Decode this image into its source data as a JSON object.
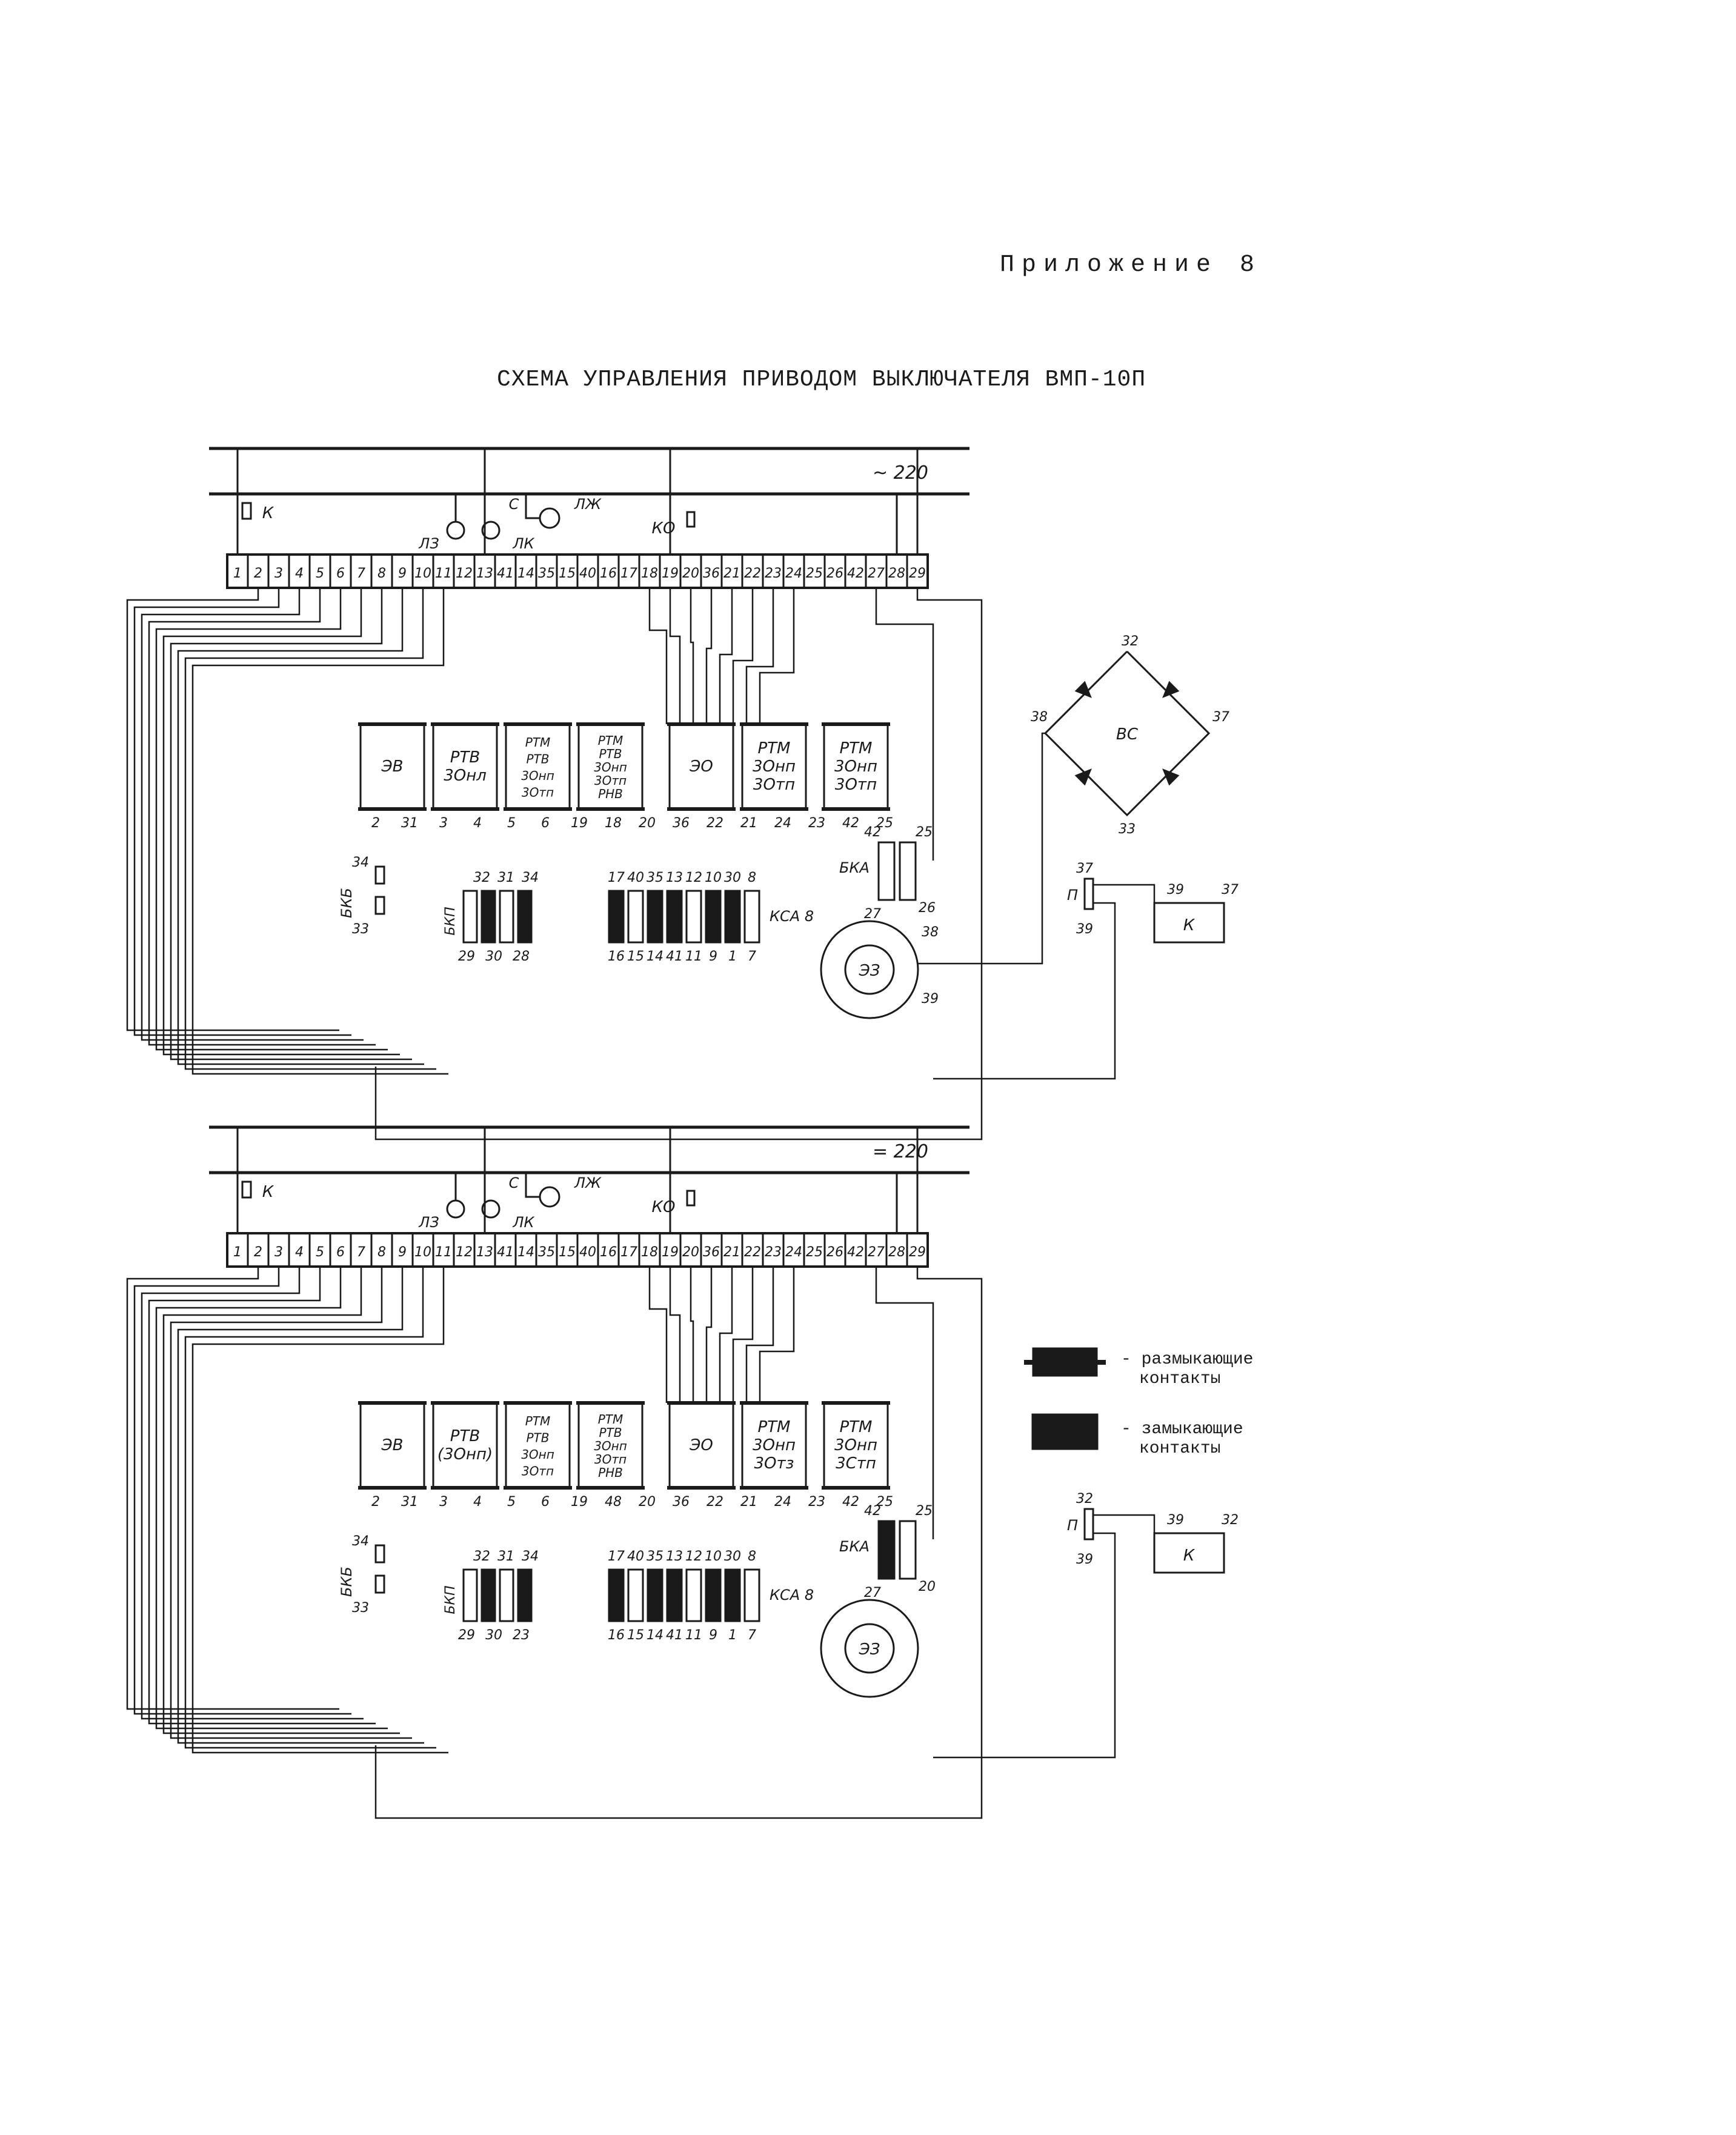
{
  "header": {
    "appendix": "Приложение 8",
    "title": "СХЕМА УПРАВЛЕНИЯ ПРИВОДОМ ВЫКЛЮЧАТЕЛЯ ВМП-10П"
  },
  "terminals": [
    "1",
    "2",
    "3",
    "4",
    "5",
    "6",
    "7",
    "8",
    "9",
    "10",
    "11",
    "12",
    "13",
    "41",
    "14",
    "35",
    "15",
    "40",
    "16",
    "17",
    "18",
    "19",
    "20",
    "36",
    "21",
    "22",
    "23",
    "24",
    "25",
    "26",
    "42",
    "27",
    "28",
    "29"
  ],
  "schemes": [
    {
      "supply": "~ 220",
      "switches": {
        "k": "К",
        "lz": "ЛЗ",
        "lk": "ЛК",
        "c": "С",
        "lzh": "ЛЖ",
        "ko": "КО"
      },
      "coils": [
        {
          "lines": [
            "ЭВ"
          ]
        },
        {
          "lines": [
            "РТВ",
            "3Онл"
          ]
        },
        {
          "lines": [
            "РТМ",
            "РТВ",
            "3Онп",
            "3Отп"
          ]
        },
        {
          "lines": [
            "РТМ",
            "РТВ",
            "3Онп",
            "3Отп",
            "РНВ"
          ]
        },
        {
          "lines": [
            "ЭО"
          ]
        },
        {
          "lines": [
            "РТМ",
            "3Онп",
            "3Отп"
          ]
        },
        {
          "lines": [
            "РТМ",
            "3Онп",
            "3Отп"
          ]
        }
      ],
      "coil_terminals": [
        "2",
        "31",
        "3",
        "4",
        "5",
        "6",
        "19",
        "18",
        "20",
        "36",
        "22",
        "21",
        "24",
        "23",
        "42",
        "25"
      ],
      "bkb": "БКБ",
      "bkb_nums": [
        "34",
        "33"
      ],
      "bkp": "БКП",
      "bkp_top": [
        "32",
        "31",
        "34"
      ],
      "bkp_bottom": [
        "29",
        "30",
        "28"
      ],
      "ksa": "КСА 8",
      "ksa_top": [
        "17",
        "40",
        "35",
        "13",
        "12",
        "10",
        "30",
        "8"
      ],
      "ksa_bottom": [
        "16",
        "15",
        "14",
        "41",
        "11",
        "9",
        "1",
        "7"
      ],
      "bka": "БКА",
      "bka_nums": [
        "42",
        "25",
        "27",
        "26"
      ],
      "motor": "ЭЗ",
      "motor_nums": [
        "38",
        "39"
      ],
      "bridge": {
        "label": "ВС",
        "nums": [
          "32",
          "38",
          "37",
          "33"
        ]
      },
      "p": {
        "label": "П",
        "nums": [
          "37",
          "39"
        ]
      },
      "k_block": {
        "label": "К",
        "nums": [
          "39",
          "37"
        ]
      }
    },
    {
      "supply": "= 220",
      "switches": {
        "k": "К",
        "lz": "ЛЗ",
        "lk": "ЛК",
        "c": "С",
        "lzh": "ЛЖ",
        "ko": "КО"
      },
      "coils": [
        {
          "lines": [
            "ЭВ"
          ]
        },
        {
          "lines": [
            "РТВ",
            "(3Онп)"
          ]
        },
        {
          "lines": [
            "РТМ",
            "РТВ",
            "3Онп",
            "3Отп"
          ]
        },
        {
          "lines": [
            "РТМ",
            "РТВ",
            "3Онп",
            "3Отп",
            "РНВ"
          ]
        },
        {
          "lines": [
            "ЭО"
          ]
        },
        {
          "lines": [
            "РТМ",
            "3Онп",
            "3Отз"
          ]
        },
        {
          "lines": [
            "РТМ",
            "3Онп",
            "3Стп"
          ]
        }
      ],
      "coil_terminals": [
        "2",
        "31",
        "3",
        "4",
        "5",
        "6",
        "19",
        "48",
        "20",
        "36",
        "22",
        "21",
        "24",
        "23",
        "42",
        "25"
      ],
      "bkb": "БКБ",
      "bkb_nums": [
        "34",
        "33"
      ],
      "bkp": "БКП",
      "bkp_top": [
        "32",
        "31",
        "34"
      ],
      "bkp_bottom": [
        "29",
        "30",
        "23"
      ],
      "ksa": "КСА 8",
      "ksa_top": [
        "17",
        "40",
        "35",
        "13",
        "12",
        "10",
        "30",
        "8"
      ],
      "ksa_bottom": [
        "16",
        "15",
        "14",
        "41",
        "11",
        "9",
        "1",
        "7"
      ],
      "bka": "БКА",
      "bka_nums": [
        "42",
        "25",
        "27",
        "20"
      ],
      "motor": "ЭЗ",
      "motor_nums": [],
      "bridge": null,
      "p": {
        "label": "П",
        "nums": [
          "32",
          "39"
        ]
      },
      "k_block": {
        "label": "К",
        "nums": [
          "39",
          "32"
        ]
      }
    }
  ],
  "legend": [
    {
      "symbol": "opening",
      "line1": "- размыкающие",
      "line2": "контакты"
    },
    {
      "symbol": "closing",
      "line1": "- замыкающие",
      "line2": "контакты"
    }
  ]
}
